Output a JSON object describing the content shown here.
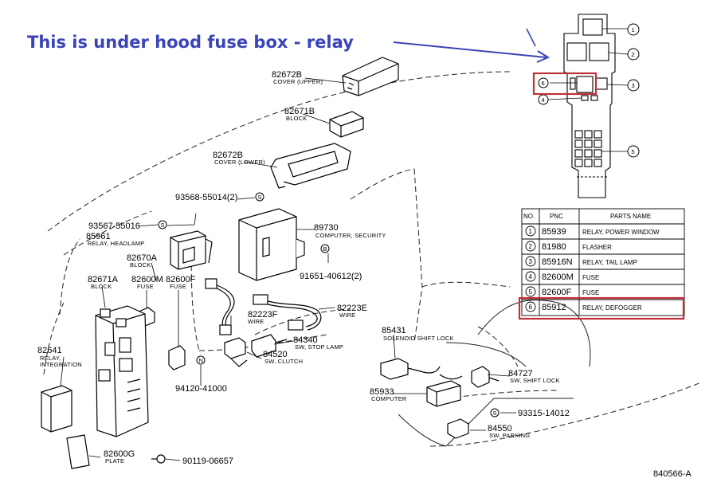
{
  "heading": "This is under hood fuse box - relay",
  "accent_color": "#3a44b8",
  "highlight_color": "#c0303a",
  "diagram_code": "840566-A",
  "labels": {
    "cover_upper_num": "82672B",
    "cover_upper_name": "COVER (UPPER)",
    "block_top_num": "82671B",
    "block_top_name": "BLOCK",
    "cover_lower_num": "82672B",
    "cover_lower_name": "COVER (LOWER)",
    "screw_a": "93568-55014(2)",
    "screw_b": "93567-55016",
    "relay_headlamp_num": "85961",
    "relay_headlamp_name": "RELAY, HEADLAMP",
    "computer_security_num": "89730",
    "computer_security_name": "COMPUTER, SECURITY",
    "bolt_b": "91651-40612(2)",
    "block_mid_num": "82670A",
    "block_mid_name": "BLOCK",
    "block_left_num": "82671A",
    "block_left_name": "BLOCK",
    "fuse_m_num": "82600M",
    "fuse_m_name": "FUSE",
    "fuse_f_num": "82600F",
    "fuse_f_name": "FUSE",
    "wire_e_num": "82223E",
    "wire_e_name": "WIRE",
    "wire_f_num": "82223F",
    "wire_f_name": "WIRE",
    "relay_integration_num": "82641",
    "relay_integration_name1": "RELAY,",
    "relay_integration_name2": "INTEGRATION",
    "sw_stop_num": "84340",
    "sw_stop_name": "SW, STOP LAMP",
    "sw_clutch_num": "84520",
    "sw_clutch_name": "SW, CLUTCH",
    "nut_n": "94120-41000",
    "solenoid_num": "85431",
    "solenoid_name": "SOLENOID SHIFT LOCK",
    "sw_shift_num": "84727",
    "sw_shift_name": "SW, SHIFT LOCK",
    "computer_num": "85933",
    "computer_name": "COMPUTER",
    "screw_c": "93315-14012",
    "sw_parking_num": "84550",
    "sw_parking_name": "SW, PARKING",
    "plate_num": "82600G",
    "plate_name": "PLATE",
    "bolt_c": "90119-06657",
    "marker_s": "S",
    "marker_b": "B",
    "marker_n": "N"
  },
  "fusebox_callouts": [
    "1",
    "2",
    "3",
    "4",
    "5",
    "6"
  ],
  "parts_table": {
    "headers": [
      "NO.",
      "PNC",
      "PARTS NAME"
    ],
    "rows": [
      {
        "no": "1",
        "pnc": "85939",
        "name": "RELAY, POWER WINDOW"
      },
      {
        "no": "2",
        "pnc": "81980",
        "name": "FLASHER"
      },
      {
        "no": "3",
        "pnc": "85916N",
        "name": "RELAY, TAIL LAMP"
      },
      {
        "no": "4",
        "pnc": "82600M",
        "name": "FUSE"
      },
      {
        "no": "5",
        "pnc": "82600F",
        "name": "FUSE"
      },
      {
        "no": "6",
        "pnc": "85912",
        "name": "RELAY, DEFOGGER"
      }
    ]
  }
}
